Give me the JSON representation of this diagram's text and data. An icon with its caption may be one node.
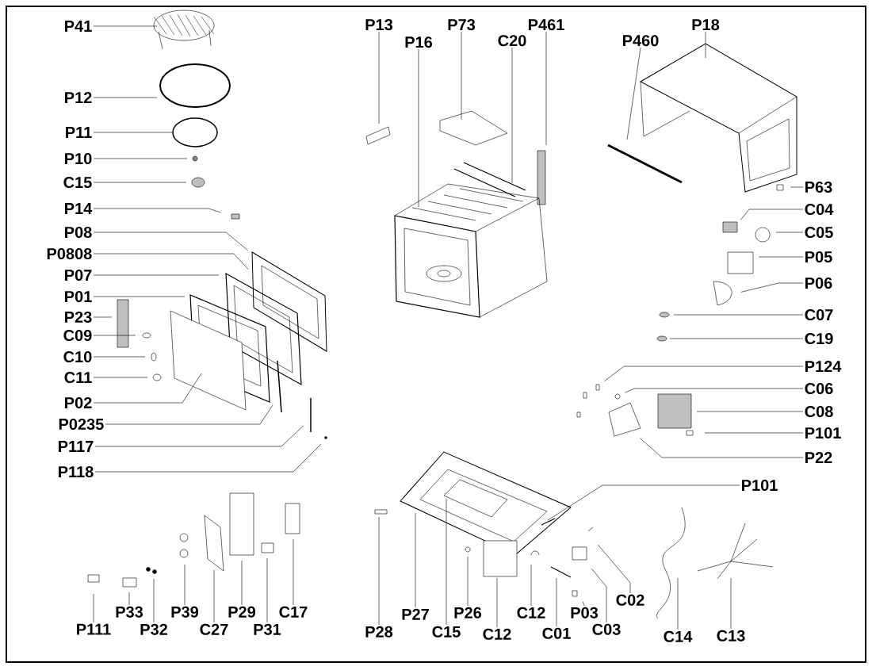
{
  "diagram": {
    "nodes": [
      {
        "text": [
          "P41"
        ]
      },
      {
        "text": [
          "P12"
        ]
      },
      {
        "text": [
          "P11"
        ]
      },
      {
        "text": [
          "P10"
        ]
      },
      {
        "text": [
          "C15"
        ]
      },
      {
        "text": [
          "P14"
        ]
      },
      {
        "text": [
          "P08"
        ]
      },
      {
        "text": [
          "P0808"
        ]
      },
      {
        "text": [
          "P07"
        ]
      },
      {
        "text": [
          "P01"
        ]
      },
      {
        "text": [
          "P23"
        ]
      },
      {
        "text": [
          "C09"
        ]
      },
      {
        "text": [
          "C10"
        ]
      },
      {
        "text": [
          "C11"
        ]
      },
      {
        "text": [
          "P02"
        ]
      },
      {
        "text": [
          "P0235"
        ]
      },
      {
        "text": [
          "P117"
        ]
      },
      {
        "text": [
          "P118"
        ]
      },
      {
        "text": [
          "P13"
        ]
      },
      {
        "text": [
          "P16"
        ]
      },
      {
        "text": [
          "P73"
        ]
      },
      {
        "text": [
          "C20"
        ]
      },
      {
        "text": [
          "P461"
        ]
      },
      {
        "text": [
          "P460"
        ]
      },
      {
        "text": [
          "P18"
        ]
      },
      {
        "text": [
          "P63"
        ]
      },
      {
        "text": [
          "C04"
        ]
      },
      {
        "text": [
          "C05"
        ]
      },
      {
        "text": [
          "P05"
        ]
      },
      {
        "text": [
          "P06"
        ]
      },
      {
        "text": [
          "C07"
        ]
      },
      {
        "text": [
          "C19"
        ]
      },
      {
        "text": [
          "P124"
        ]
      },
      {
        "text": [
          "C06"
        ]
      },
      {
        "text": [
          "C08"
        ]
      },
      {
        "text": [
          "P101"
        ]
      },
      {
        "text": [
          "P22"
        ]
      },
      {
        "text": [
          "P101"
        ]
      },
      {
        "text": [
          "P111"
        ]
      },
      {
        "text": [
          "P33"
        ]
      },
      {
        "text": [
          "P32"
        ]
      },
      {
        "text": [
          "P39"
        ]
      },
      {
        "text": [
          "C27"
        ]
      },
      {
        "text": [
          "P29"
        ]
      },
      {
        "text": [
          "P31"
        ]
      },
      {
        "text": [
          "C17"
        ]
      },
      {
        "text": [
          "P28"
        ]
      },
      {
        "text": [
          "P27"
        ]
      },
      {
        "text": [
          "C15"
        ]
      },
      {
        "text": [
          "P26"
        ]
      },
      {
        "text": [
          "C12"
        ]
      },
      {
        "text": [
          "C12"
        ]
      },
      {
        "text": [
          "C01"
        ]
      },
      {
        "text": [
          "P03"
        ]
      },
      {
        "text": [
          "C03"
        ]
      },
      {
        "text": [
          "C02"
        ]
      },
      {
        "text": [
          "C14"
        ]
      },
      {
        "text": [
          "C13"
        ]
      }
    ],
    "edges": [
      {
        "from": 0,
        "to": null,
        "arrow": "none"
      },
      {
        "from": 1,
        "to": null,
        "arrow": "none"
      },
      {
        "from": 2,
        "to": null,
        "arrow": "none"
      },
      {
        "from": 3,
        "to": null,
        "arrow": "none"
      },
      {
        "from": 4,
        "to": null,
        "arrow": "none"
      },
      {
        "from": 5,
        "to": null,
        "arrow": "none"
      },
      {
        "from": 6,
        "to": null,
        "arrow": "none"
      },
      {
        "from": 7,
        "to": null,
        "arrow": "none"
      },
      {
        "from": 8,
        "to": null,
        "arrow": "none"
      },
      {
        "from": 9,
        "to": null,
        "arrow": "none"
      },
      {
        "from": 10,
        "to": null,
        "arrow": "none"
      },
      {
        "from": 11,
        "to": null,
        "arrow": "none"
      },
      {
        "from": 12,
        "to": null,
        "arrow": "none"
      },
      {
        "from": 13,
        "to": null,
        "arrow": "none"
      },
      {
        "from": 14,
        "to": null,
        "arrow": "none"
      },
      {
        "from": 15,
        "to": null,
        "arrow": "none"
      },
      {
        "from": 16,
        "to": null,
        "arrow": "none"
      },
      {
        "from": 17,
        "to": null,
        "arrow": "none"
      },
      {
        "from": 18,
        "to": null,
        "arrow": "none"
      },
      {
        "from": 19,
        "to": null,
        "arrow": "none"
      },
      {
        "from": 20,
        "to": null,
        "arrow": "none"
      },
      {
        "from": 21,
        "to": null,
        "arrow": "none"
      },
      {
        "from": 22,
        "to": null,
        "arrow": "none"
      },
      {
        "from": 23,
        "to": null,
        "arrow": "none"
      },
      {
        "from": 24,
        "to": null,
        "arrow": "none"
      },
      {
        "from": 25,
        "to": null,
        "arrow": "none"
      },
      {
        "from": 26,
        "to": null,
        "arrow": "none"
      },
      {
        "from": 27,
        "to": null,
        "arrow": "none"
      },
      {
        "from": 28,
        "to": null,
        "arrow": "none"
      },
      {
        "from": 29,
        "to": null,
        "arrow": "none"
      },
      {
        "from": 30,
        "to": null,
        "arrow": "none"
      },
      {
        "from": 31,
        "to": null,
        "arrow": "none"
      },
      {
        "from": 32,
        "to": null,
        "arrow": "none"
      },
      {
        "from": 33,
        "to": null,
        "arrow": "none"
      },
      {
        "from": 34,
        "to": null,
        "arrow": "none"
      },
      {
        "from": 35,
        "to": null,
        "arrow": "none"
      },
      {
        "from": 36,
        "to": null,
        "arrow": "none"
      },
      {
        "from": 37,
        "to": null,
        "arrow": "none"
      },
      {
        "from": 38,
        "to": null,
        "arrow": "none"
      },
      {
        "from": 39,
        "to": null,
        "arrow": "none"
      },
      {
        "from": 40,
        "to": null,
        "arrow": "none"
      },
      {
        "from": 41,
        "to": null,
        "arrow": "none"
      },
      {
        "from": 42,
        "to": null,
        "arrow": "none"
      },
      {
        "from": 43,
        "to": null,
        "arrow": "none"
      },
      {
        "from": 44,
        "to": null,
        "arrow": "none"
      },
      {
        "from": 45,
        "to": null,
        "arrow": "none"
      },
      {
        "from": 46,
        "to": null,
        "arrow": "none"
      },
      {
        "from": 47,
        "to": null,
        "arrow": "none"
      },
      {
        "from": 48,
        "to": null,
        "arrow": "none"
      },
      {
        "from": 49,
        "to": null,
        "arrow": "none"
      },
      {
        "from": 50,
        "to": null,
        "arrow": "none"
      },
      {
        "from": 51,
        "to": null,
        "arrow": "none"
      },
      {
        "from": 52,
        "to": null,
        "arrow": "none"
      },
      {
        "from": 53,
        "to": null,
        "arrow": "none"
      },
      {
        "from": 54,
        "to": null,
        "arrow": "none"
      },
      {
        "from": 55,
        "to": null,
        "arrow": "none"
      },
      {
        "from": 56,
        "to": null,
        "arrow": "none"
      },
      {
        "from": 57,
        "to": null,
        "arrow": "none"
      }
    ]
  }
}
